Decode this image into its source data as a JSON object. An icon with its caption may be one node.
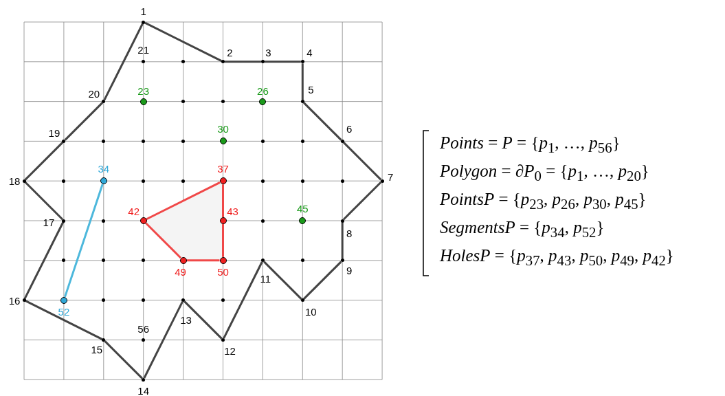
{
  "diagram": {
    "nodes": [
      {
        "text": [],
        "shape": "circle",
        "beside": [
          "1"
        ]
      },
      {
        "text": [],
        "shape": "circle",
        "beside": [
          "2"
        ]
      },
      {
        "text": [],
        "shape": "circle",
        "beside": [
          "3"
        ]
      },
      {
        "text": [],
        "shape": "circle",
        "beside": [
          "4"
        ]
      },
      {
        "text": [],
        "shape": "circle",
        "beside": [
          "5"
        ]
      },
      {
        "text": [],
        "shape": "circle",
        "beside": [
          "6"
        ]
      },
      {
        "text": [],
        "shape": "circle",
        "beside": [
          "7"
        ]
      },
      {
        "text": [],
        "shape": "circle",
        "beside": [
          "8"
        ]
      },
      {
        "text": [],
        "shape": "circle",
        "beside": [
          "9"
        ]
      },
      {
        "text": [],
        "shape": "circle",
        "beside": [
          "10"
        ]
      },
      {
        "text": [],
        "shape": "circle",
        "beside": [
          "11"
        ]
      },
      {
        "text": [],
        "shape": "circle",
        "beside": [
          "12"
        ]
      },
      {
        "text": [],
        "shape": "circle",
        "beside": [
          "13"
        ]
      },
      {
        "text": [],
        "shape": "circle",
        "beside": [
          "14"
        ]
      },
      {
        "text": [],
        "shape": "circle",
        "beside": [
          "15"
        ]
      },
      {
        "text": [],
        "shape": "circle",
        "beside": [
          "16"
        ]
      },
      {
        "text": [],
        "shape": "circle",
        "beside": [
          "17"
        ]
      },
      {
        "text": [],
        "shape": "circle",
        "beside": [
          "18"
        ]
      },
      {
        "text": [],
        "shape": "circle",
        "beside": [
          "19"
        ]
      },
      {
        "text": [],
        "shape": "circle",
        "beside": [
          "20"
        ]
      },
      {
        "text": [],
        "shape": "circle",
        "beside": [
          "21"
        ]
      },
      {
        "text": [],
        "shape": "circle"
      },
      {
        "text": [],
        "shape": "circle",
        "beside": [
          "23"
        ]
      },
      {
        "text": [],
        "shape": "circle"
      },
      {
        "text": [],
        "shape": "circle"
      },
      {
        "text": [],
        "shape": "circle",
        "beside": [
          "26"
        ]
      },
      {
        "text": [],
        "shape": "circle"
      },
      {
        "text": [],
        "shape": "circle"
      },
      {
        "text": [],
        "shape": "circle"
      },
      {
        "text": [],
        "shape": "circle",
        "beside": [
          "30"
        ]
      },
      {
        "text": [],
        "shape": "circle"
      },
      {
        "text": [],
        "shape": "circle"
      },
      {
        "text": [],
        "shape": "circle"
      },
      {
        "text": [],
        "shape": "circle",
        "beside": [
          "34"
        ]
      },
      {
        "text": [],
        "shape": "circle"
      },
      {
        "text": [],
        "shape": "circle"
      },
      {
        "text": [],
        "shape": "circle",
        "beside": [
          "37"
        ]
      },
      {
        "text": [],
        "shape": "circle"
      },
      {
        "text": [],
        "shape": "circle"
      },
      {
        "text": [],
        "shape": "circle"
      },
      {
        "text": [],
        "shape": "circle"
      },
      {
        "text": [],
        "shape": "circle",
        "beside": [
          "42"
        ]
      },
      {
        "text": [],
        "shape": "circle",
        "beside": [
          "43"
        ]
      },
      {
        "text": [],
        "shape": "circle"
      },
      {
        "text": [],
        "shape": "circle",
        "beside": [
          "45"
        ]
      },
      {
        "text": [],
        "shape": "circle"
      },
      {
        "text": [],
        "shape": "circle"
      },
      {
        "text": [],
        "shape": "circle"
      },
      {
        "text": [],
        "shape": "circle",
        "beside": [
          "49"
        ]
      },
      {
        "text": [],
        "shape": "circle",
        "beside": [
          "50"
        ]
      },
      {
        "text": [],
        "shape": "circle"
      },
      {
        "text": [],
        "shape": "circle",
        "beside": [
          "52"
        ]
      },
      {
        "text": [],
        "shape": "circle"
      },
      {
        "text": [],
        "shape": "circle"
      },
      {
        "text": [],
        "shape": "circle"
      },
      {
        "text": [],
        "shape": "circle",
        "beside": [
          "56"
        ]
      }
    ],
    "edges": [
      {
        "from": 0,
        "to": 1,
        "arrow": "none"
      },
      {
        "from": 1,
        "to": 2,
        "arrow": "none"
      },
      {
        "from": 2,
        "to": 3,
        "arrow": "none"
      },
      {
        "from": 3,
        "to": 4,
        "arrow": "none"
      },
      {
        "from": 4,
        "to": 5,
        "arrow": "none"
      },
      {
        "from": 5,
        "to": 6,
        "arrow": "none"
      },
      {
        "from": 6,
        "to": 7,
        "arrow": "none"
      },
      {
        "from": 7,
        "to": 8,
        "arrow": "none"
      },
      {
        "from": 8,
        "to": 9,
        "arrow": "none"
      },
      {
        "from": 9,
        "to": 10,
        "arrow": "none"
      },
      {
        "from": 10,
        "to": 11,
        "arrow": "none"
      },
      {
        "from": 11,
        "to": 12,
        "arrow": "none"
      },
      {
        "from": 12,
        "to": 13,
        "arrow": "none"
      },
      {
        "from": 13,
        "to": 14,
        "arrow": "none"
      },
      {
        "from": 14,
        "to": 15,
        "arrow": "none"
      },
      {
        "from": 15,
        "to": 16,
        "arrow": "none"
      },
      {
        "from": 16,
        "to": 17,
        "arrow": "none"
      },
      {
        "from": 17,
        "to": 18,
        "arrow": "none"
      },
      {
        "from": 18,
        "to": 19,
        "arrow": "none"
      },
      {
        "from": 19,
        "to": 0,
        "arrow": "none"
      },
      {
        "from": 33,
        "to": 51,
        "arrow": "none",
        "color": "#4db8dc"
      },
      {
        "from": 36,
        "to": 42,
        "arrow": "none",
        "color": "#f04848"
      },
      {
        "from": 42,
        "to": 49,
        "arrow": "none",
        "color": "#f04848"
      },
      {
        "from": 49,
        "to": 48,
        "arrow": "none",
        "color": "#f04848"
      },
      {
        "from": 48,
        "to": 41,
        "arrow": "none",
        "color": "#f04848"
      },
      {
        "from": 41,
        "to": 36,
        "arrow": "none",
        "color": "#f04848"
      }
    ],
    "labels": [
      "*Points* = *P* = {*p*$_{1}$, …, *p*$_{56}$}",
      "*Polygon* = ∂*P*$_{0}$ = {*p*$_{1}$, …, *p*$_{20}$}",
      "*PointsP* = {*p*$_{23}$, *p*$_{26}$, *p*$_{30}$, *p*$_{45}$}",
      "*SegmentsP* = {*p*$_{34}$, *p*$_{52}$}",
      "*HolesP* = {*p*$_{37}$, *p*$_{43}$, *p*$_{50}$, *p*$_{49}$, *p*$_{42}$}"
    ]
  }
}
